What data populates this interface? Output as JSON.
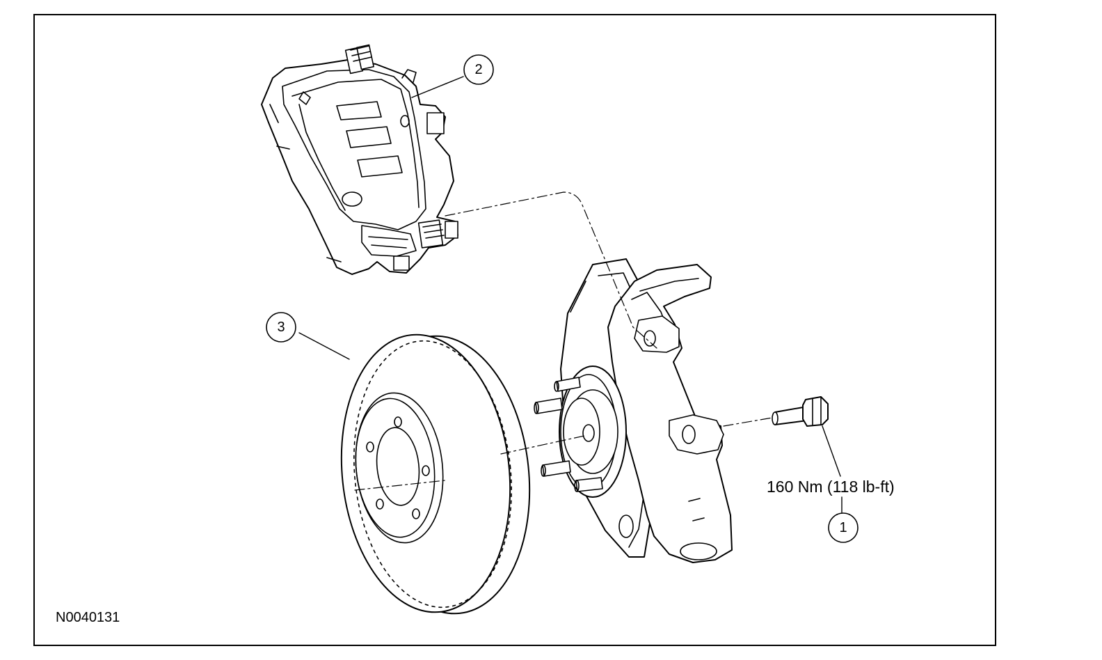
{
  "figure": {
    "id": "N0040131",
    "torque_spec": "160 Nm (118 lb-ft)",
    "callouts": [
      {
        "number": "1",
        "part": "bolt"
      },
      {
        "number": "2",
        "part": "brake-caliper"
      },
      {
        "number": "3",
        "part": "brake-rotor"
      }
    ]
  },
  "colors": {
    "line": "#000000",
    "background": "#ffffff"
  }
}
